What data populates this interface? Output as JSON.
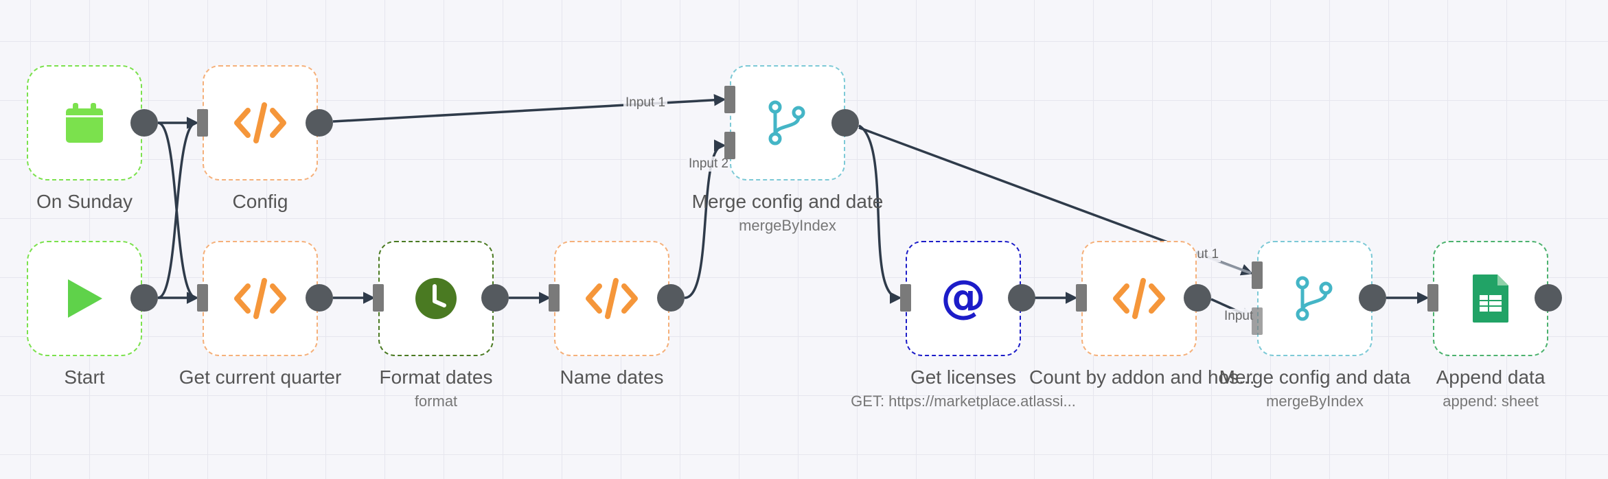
{
  "workflow": {
    "nodes": [
      {
        "id": "on-sunday",
        "label": "On Sunday",
        "sub": "",
        "icon": "calendar-icon",
        "color": "#7be14d"
      },
      {
        "id": "config",
        "label": "Config",
        "sub": "",
        "icon": "code-icon",
        "color": "#f5963a"
      },
      {
        "id": "merge-config-date",
        "label": "Merge config and date",
        "sub": "mergeByIndex",
        "icon": "merge-icon",
        "color": "#44b5c6"
      },
      {
        "id": "start",
        "label": "Start",
        "sub": "",
        "icon": "play-icon",
        "color": "#5fd24a"
      },
      {
        "id": "get-current-quarter",
        "label": "Get current quarter",
        "sub": "",
        "icon": "code-icon",
        "color": "#f5963a"
      },
      {
        "id": "format-dates",
        "label": "Format dates",
        "sub": "format",
        "icon": "clock-icon",
        "color": "#4a7a22"
      },
      {
        "id": "name-dates",
        "label": "Name dates",
        "sub": "",
        "icon": "code-icon",
        "color": "#f5963a"
      },
      {
        "id": "get-licenses",
        "label": "Get licenses",
        "sub": "GET: https://marketplace.atlassi...",
        "icon": "at-icon",
        "color": "#1c1cc8"
      },
      {
        "id": "count-by-addon",
        "label": "Count by addon and hos...",
        "sub": "",
        "icon": "code-icon",
        "color": "#f5963a"
      },
      {
        "id": "merge-config-data",
        "label": "Merge config and data",
        "sub": "mergeByIndex",
        "icon": "merge-icon",
        "color": "#44b5c6"
      },
      {
        "id": "append-data",
        "label": "Append data",
        "sub": "append: sheet",
        "icon": "sheets-icon",
        "color": "#21a366"
      }
    ],
    "edge_labels": {
      "input1_top": "Input 1",
      "input2_top": "Input 2",
      "input1_bottom": "Input 1",
      "input2_bottom": "Input 2"
    },
    "colors": {
      "edge": "#2f3b4a",
      "edge_faded": "#c9cfd8",
      "canvas": "#f6f6fa",
      "grid": "#e6e6ee"
    }
  }
}
